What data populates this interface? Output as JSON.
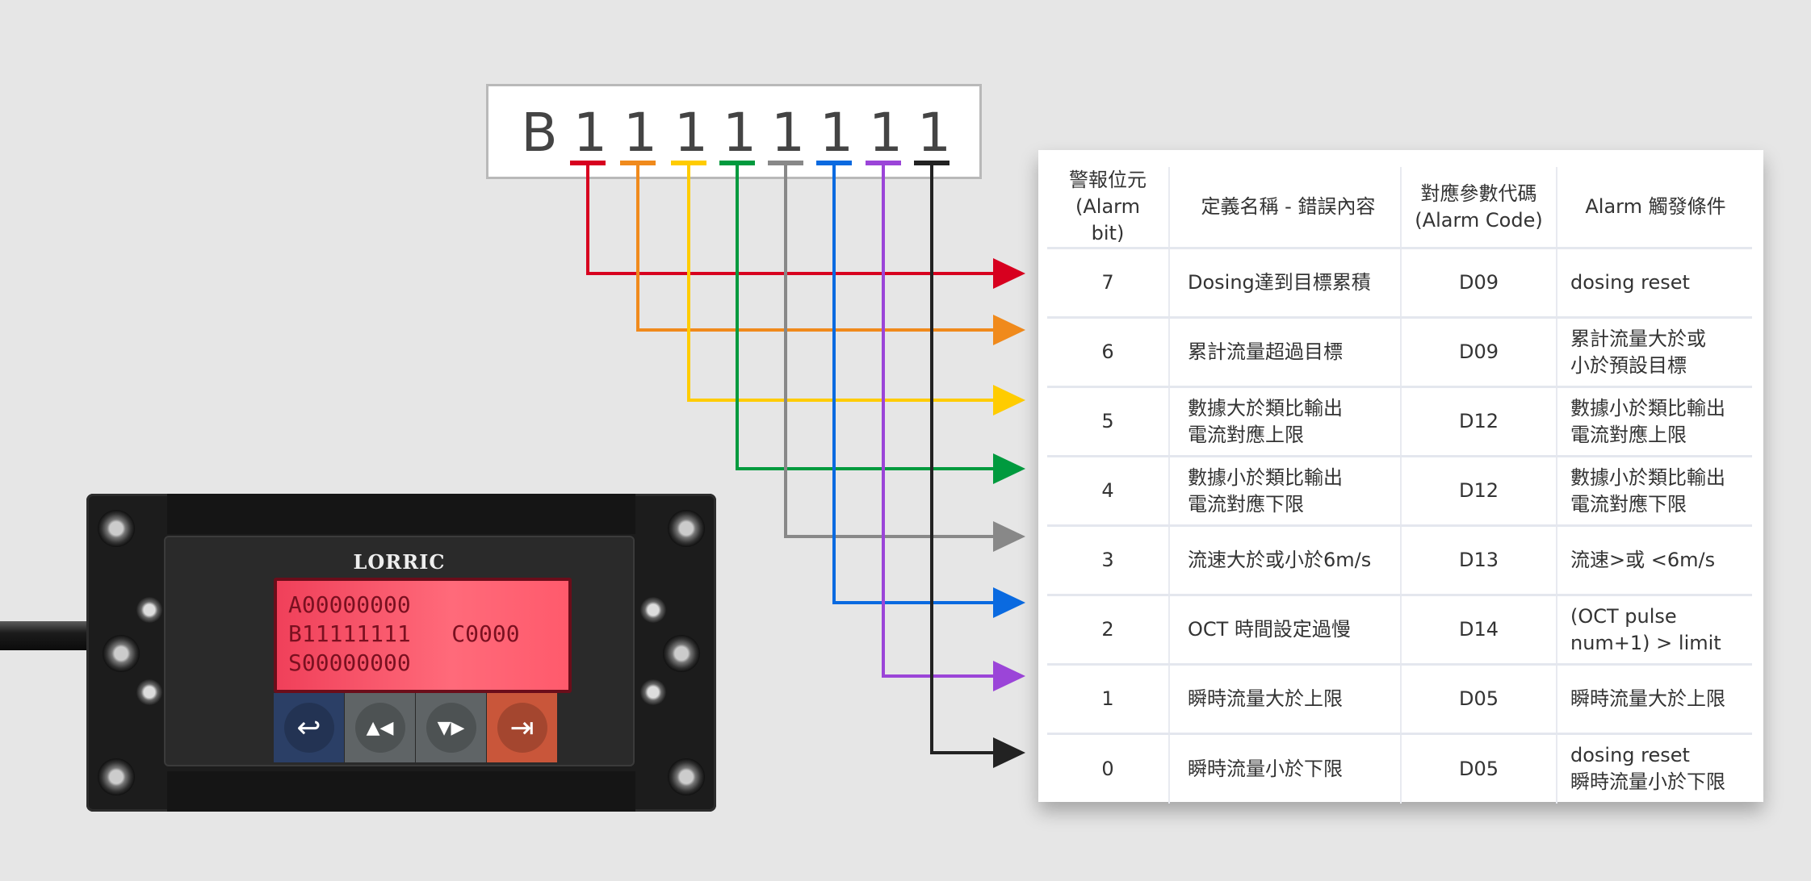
{
  "bit_register": {
    "prefix": "B",
    "bits": [
      "1",
      "1",
      "1",
      "1",
      "1",
      "1",
      "1",
      "1"
    ]
  },
  "wire_colors": [
    "#d7001f",
    "#f08a1c",
    "#ffcc00",
    "#009a3e",
    "#888888",
    "#0a6ae0",
    "#9b45d8",
    "#222222"
  ],
  "table": {
    "headers": [
      "警報位元\n(Alarm bit)",
      "定義名稱 - 錯誤內容",
      "對應參數代碼\n(Alarm Code)",
      "Alarm 觸發條件"
    ],
    "rows": [
      {
        "bit": "7",
        "name": "Dosing達到目標累積",
        "code": "D09",
        "condition": "dosing reset"
      },
      {
        "bit": "6",
        "name": "累計流量超過目標",
        "code": "D09",
        "condition": "累計流量大於或\n小於預設目標"
      },
      {
        "bit": "5",
        "name": "數據大於類比輸出\n電流對應上限",
        "code": "D12",
        "condition": "數據小於類比輸出\n電流對應上限"
      },
      {
        "bit": "4",
        "name": "數據小於類比輸出\n電流對應下限",
        "code": "D12",
        "condition": "數據小於類比輸出\n電流對應下限"
      },
      {
        "bit": "3",
        "name": "流速大於或小於6m/s",
        "code": "D13",
        "condition": "流速>或 <6m/s"
      },
      {
        "bit": "2",
        "name": "OCT 時間設定過慢",
        "code": "D14",
        "condition": "(OCT pulse\nnum+1) > limit"
      },
      {
        "bit": "1",
        "name": "瞬時流量大於上限",
        "code": "D05",
        "condition": "瞬時流量大於上限"
      },
      {
        "bit": "0",
        "name": "瞬時流量小於下限",
        "code": "D05",
        "condition": "dosing reset\n瞬時流量小於下限"
      }
    ]
  },
  "device": {
    "brand": "LORRIC",
    "lcd_lines": [
      "A00000000",
      "B11111111   C0000",
      "S00000000"
    ],
    "buttons": [
      {
        "icon": "back-icon",
        "glyph": "↩",
        "color": "#2b3f66"
      },
      {
        "icon": "up-left-icon",
        "glyph": "▲◀",
        "color": "#5f6466"
      },
      {
        "icon": "down-right-icon",
        "glyph": "▼▶",
        "color": "#5f6466"
      },
      {
        "icon": "enter-icon",
        "glyph": "⇥",
        "color": "#c9563a"
      }
    ]
  }
}
